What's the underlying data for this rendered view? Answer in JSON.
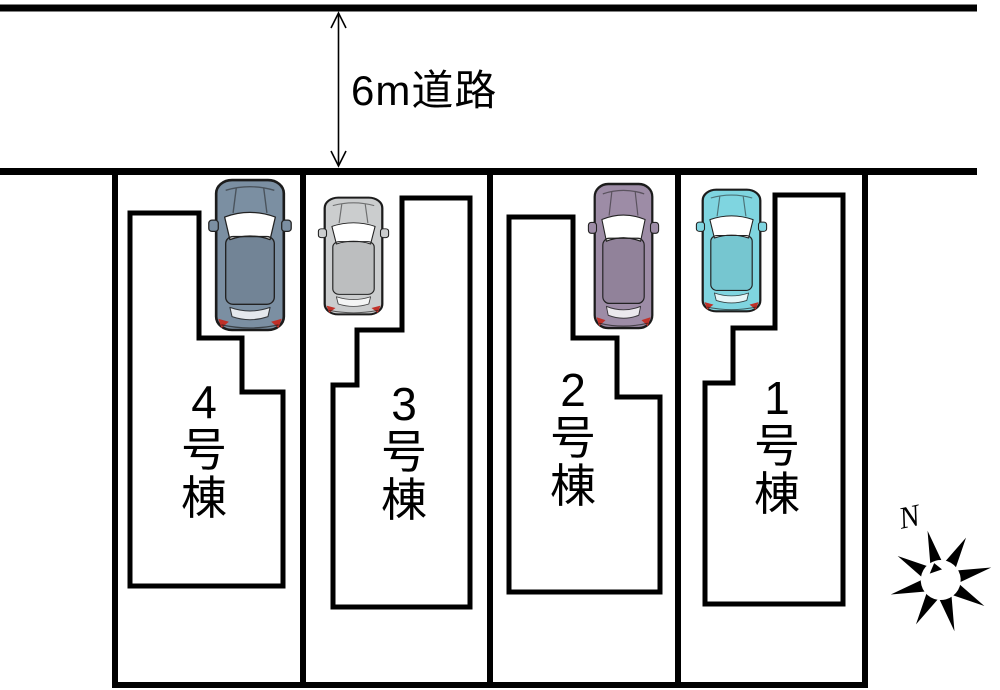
{
  "road": {
    "label": "6m道路"
  },
  "compass": {
    "label": "N"
  },
  "lots": [
    {
      "label": "4号棟"
    },
    {
      "label": "3号棟"
    },
    {
      "label": "2号棟"
    },
    {
      "label": "1号棟"
    }
  ],
  "cars": [
    {
      "position": "4号棟",
      "body_color": "#7b8fa2"
    },
    {
      "position": "3号棟",
      "body_color": "#cbcdce"
    },
    {
      "position": "2号棟",
      "body_color": "#9d8ca6"
    },
    {
      "position": "1号棟",
      "body_color": "#7fd5e0"
    }
  ],
  "colors": {
    "line": "#000000",
    "background": "#ffffff",
    "taillight": "#c03028"
  }
}
